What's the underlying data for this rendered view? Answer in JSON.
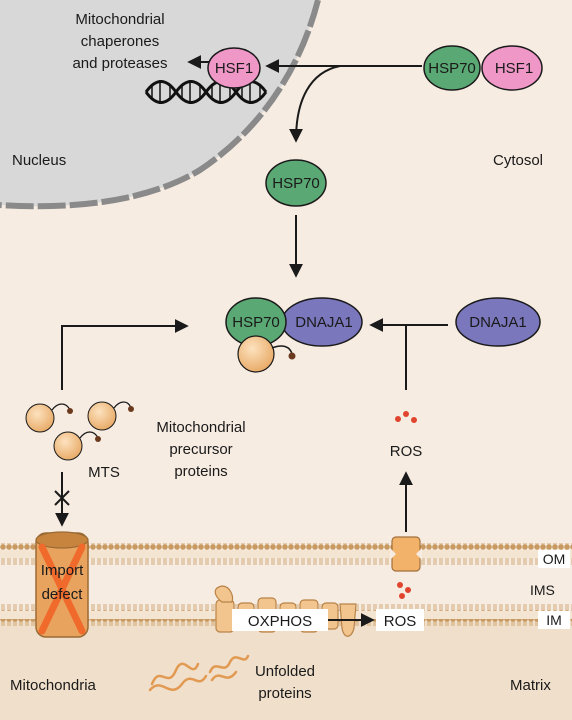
{
  "labels": {
    "chaperones_line1": "Mitochondrial",
    "chaperones_line2": "chaperones",
    "chaperones_line3": "and proteases",
    "hsf1_nuclear": "HSF1",
    "hsp70_cytosol_complex": "HSP70",
    "hsf1_cytosol_complex": "HSF1",
    "nucleus": "Nucleus",
    "cytosol": "Cytosol",
    "hsp70_free": "HSP70",
    "hsp70_complex": "HSP70",
    "dnaja1_complex": "DNAJA1",
    "dnaja1_free": "DNAJA1",
    "precursor_line1": "Mitochondrial",
    "precursor_line2": "precursor",
    "precursor_line3": "proteins",
    "mts": "MTS",
    "ros_top": "ROS",
    "import_line1": "Import",
    "import_line2": "defect",
    "om": "OM",
    "ims": "IMS",
    "im": "IM",
    "oxphos": "OXPHOS",
    "ros_im": "ROS",
    "mitochondria": "Mitochondria",
    "unfolded_line1": "Unfolded",
    "unfolded_line2": "proteins",
    "matrix": "Matrix"
  },
  "colors": {
    "background": "#f7ece2",
    "nucleus": "#d7d7d7",
    "hsp70": "#5aa873",
    "hsf1": "#ef98c8",
    "dnaja1": "#7a77bd",
    "precursor": "#f2bd82",
    "membrane": "#c89a62",
    "matrix": "#f2e2cf",
    "x_mark": "#f06a2c",
    "ros_dot": "#e0442f"
  }
}
